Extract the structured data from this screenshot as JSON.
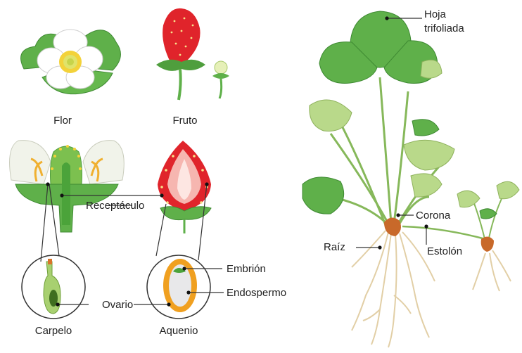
{
  "labels": {
    "flor": "Flor",
    "fruto": "Fruto",
    "receptaculo": "Receptáculo",
    "carpelo": "Carpelo",
    "ovario": "Ovario",
    "aquenio": "Aquenio",
    "embrion": "Embrión",
    "endospermo": "Endospermo",
    "hoja_line1": "Hoja",
    "hoja_line2": "trifoliada",
    "corona": "Corona",
    "estolon": "Estolón",
    "raiz": "Raíz"
  },
  "colors": {
    "leaf": "#5fb04a",
    "leaf_light": "#b9d98a",
    "petal": "#ffffff",
    "fruit_red": "#e0242b",
    "flesh_pink": "#f6b6b0",
    "receptacle_green": "#63b042",
    "ovary_green": "#a8d070",
    "achene_orange": "#f0a020",
    "root": "#e2cfa6",
    "crown": "#c8692a"
  }
}
